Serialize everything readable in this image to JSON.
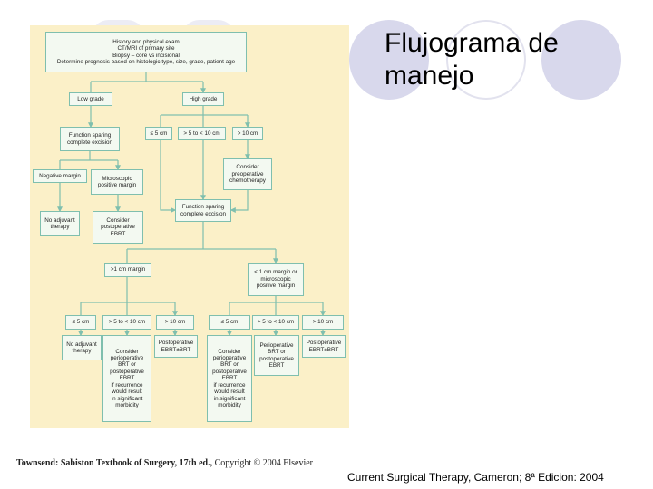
{
  "slide": {
    "title": "Flujograma de\nmanejo",
    "credit_book": "Townsend: Sabiston Textbook of Surgery, 17th ed.,",
    "credit_copyright": "Copyright © 2004 Elsevier",
    "source": "Current Surgical Therapy, Cameron; 8ª Edicion: 2004",
    "colors": {
      "panel": "#fbf0c8",
      "box_border": "#7fbfae",
      "box_fill": "#f3f9f1",
      "circle": "#d8d8ec"
    }
  },
  "flow": {
    "start": "History and physical exam\nCT/MRI of primary site\nBiopsy – core vs incisional\nDetermine prognosis based on histologic type, size, grade, patient age",
    "low_grade": "Low grade",
    "high_grade": "High grade",
    "hg_size_1": "≤ 5 cm",
    "hg_size_2": "> 5 to < 10 cm",
    "hg_size_3": "> 10 cm",
    "function_sparing_low": "Function sparing\ncomplete excision",
    "consider_chemo": "Consider\npreoperative\nchemotherapy",
    "negative_margin": "Negative margin",
    "microscopic_positive": "Microscopic\npositive margin",
    "no_adjuvant_low": "No adjuvant\ntherapy",
    "consider_ebrt": "Consider\npostoperative\nEBRT",
    "function_sparing_high": "Function sparing\ncomplete excision",
    "margin_gt1": ">1 cm margin",
    "margin_lt1": "< 1 cm margin or\nmicroscopic\npositive margin",
    "a_size_1": "≤ 5 cm",
    "a_size_2": "> 5 to < 10 cm",
    "a_size_3": "> 10 cm",
    "b_size_1": "≤ 5 cm",
    "b_size_2": "> 5 to < 10 cm",
    "b_size_3": "> 10 cm",
    "a_result_1": "No adjuvant\ntherapy",
    "a_result_2": "Consider\nperioperative\nBRT or\npostoperative\nEBRT\nif recurrence\nwould result\nin significant\nmorbidity",
    "a_result_3": "Postoperative\nEBRT±BRT",
    "b_result_1": "Consider\nperioperative\nBRT or\npostoperative\nEBRT\nif recurrence\nwould result\nin significant\nmorbidity",
    "b_result_2": "Perioperative\nBRT or\npostoperative\nEBRT",
    "b_result_3": "Postoperative\nEBRT±BRT"
  }
}
